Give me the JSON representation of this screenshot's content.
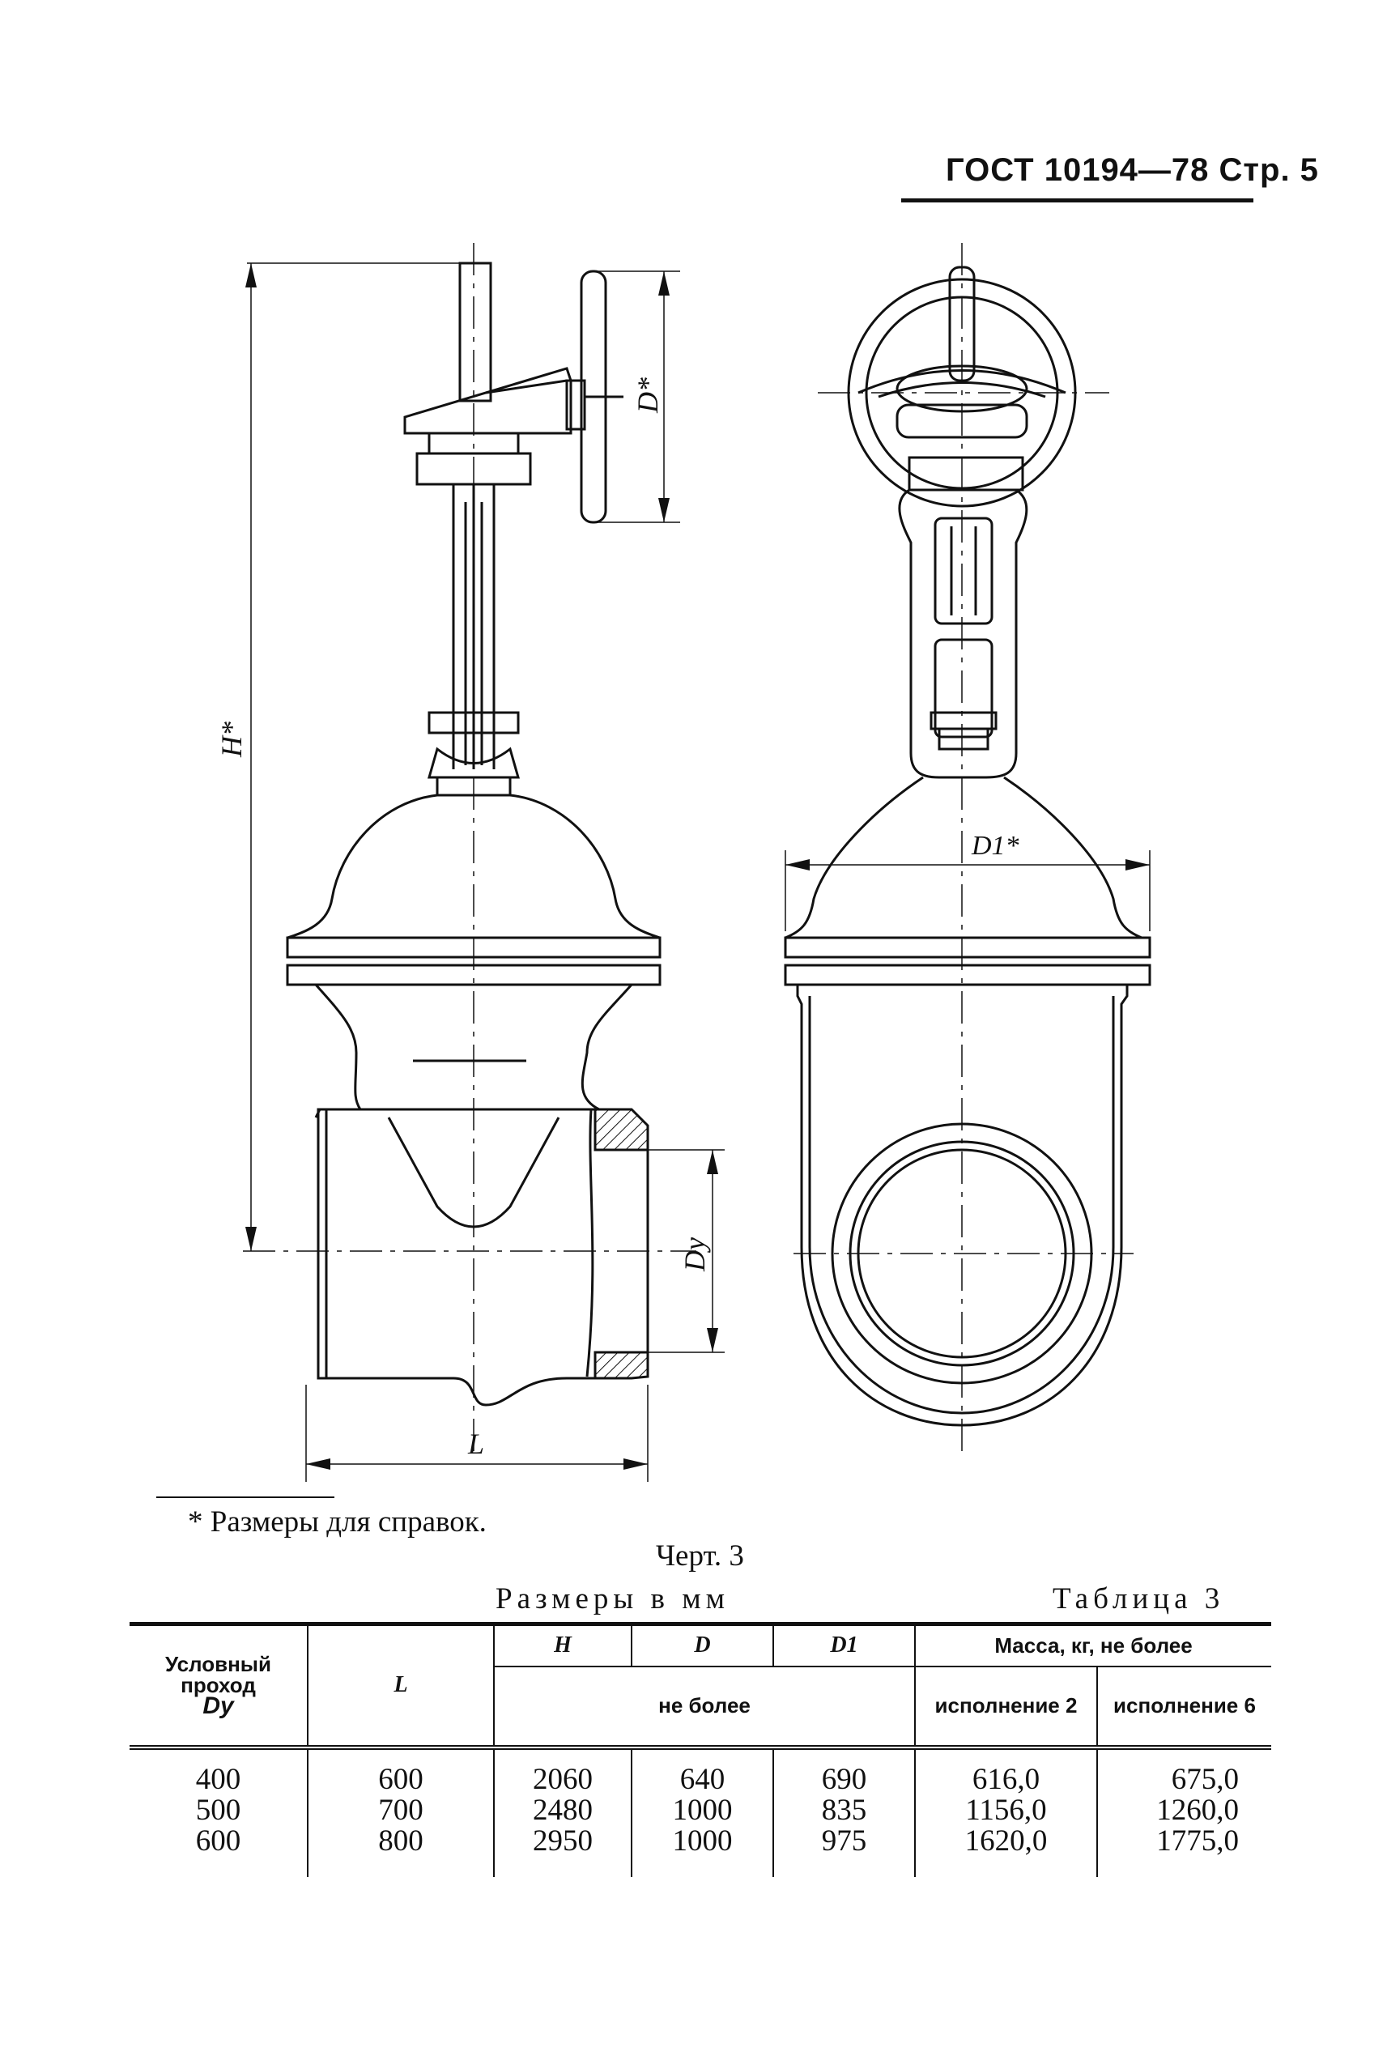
{
  "header": {
    "title": "ГОСТ 10194—78 Стр. 5"
  },
  "drawing": {
    "labels": {
      "H": "H*",
      "D": "D*",
      "Dy": "Dy",
      "L": "L",
      "D1": "D1*"
    }
  },
  "footnote": "* Размеры для справок.",
  "caption": "Черт. 3",
  "units_label": "Размеры в мм",
  "table_label": "Таблица 3",
  "table": {
    "col_dy": {
      "line1": "Условный",
      "line2": "проход",
      "sym": "Dy"
    },
    "col_L": "L",
    "col_H": "H",
    "col_D": "D",
    "col_D1": "D1",
    "mass_header": "Масса, кг, не более",
    "not_more": "не более",
    "exec2": "исполнение 2",
    "exec6": "исполнение 6",
    "rows": [
      {
        "dy": "400",
        "L": "600",
        "H": "2060",
        "D": "640",
        "D1": "690",
        "m2": "616,0",
        "m6": "675,0"
      },
      {
        "dy": "500",
        "L": "700",
        "H": "2480",
        "D": "1000",
        "D1": "835",
        "m2": "1156,0",
        "m6": "1260,0"
      },
      {
        "dy": "600",
        "L": "800",
        "H": "2950",
        "D": "1000",
        "D1": "975",
        "m2": "1620,0",
        "m6": "1775,0"
      }
    ]
  }
}
